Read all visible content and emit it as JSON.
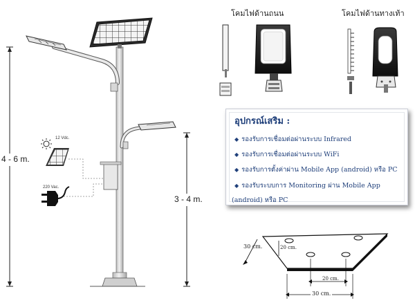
{
  "lamp_titles": {
    "road": "โคมไฟด้านถนน",
    "sidewalk": "โคมไฟด้านทางเท้า"
  },
  "height_labels": {
    "tall": "4 - 6 m.",
    "short": "3 - 4 m."
  },
  "power_labels": {
    "solar_voltage": "12 Vdc.",
    "ac_voltage": "220 Vac."
  },
  "features": {
    "title": "อุปกรณ์เสริม :",
    "items": [
      "รองรับการเชื่อมต่อผ่านระบบ Infrared",
      "รองรับการเชื่อมต่อผ่านระบบ WiFi",
      "รองรับการตั้งค่าผ่าน Mobile App (android) หรือ PC",
      "รองรับระบบการ Monitoring ผ่าน Mobile App"
    ],
    "continuation": "(android) หรือ PC"
  },
  "base_plate": {
    "side_label": "30 cm.",
    "inner_side_label": "20 cm.",
    "inner_bottom_label": "20 cm.",
    "bottom_label": "30 cm."
  },
  "colors": {
    "feature_text": "#1f3f7a",
    "lamp_dark": "#1c1c1c",
    "pole": "#d9d9d9"
  }
}
